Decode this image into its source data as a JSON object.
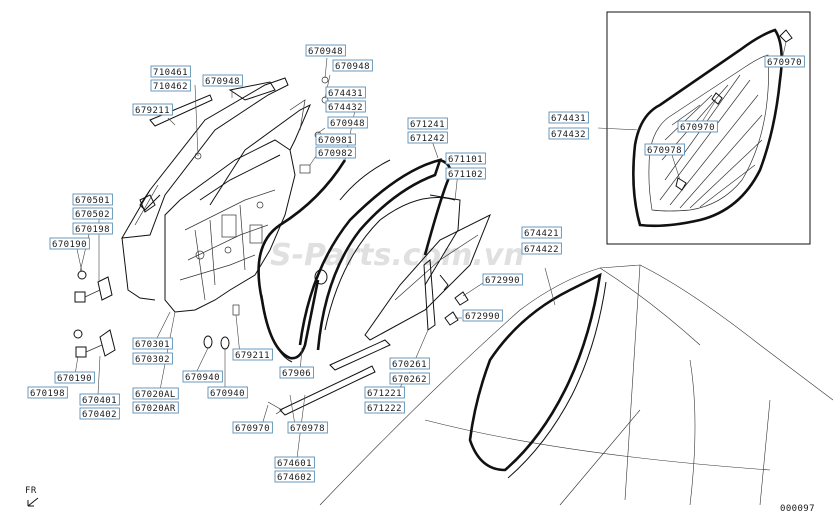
{
  "diagram_id": "000097",
  "watermark": "S-Parts.com.vn",
  "orientation": "FR",
  "labels": {
    "p710461": "710461",
    "p710462": "710462",
    "p670948a": "670948",
    "p670948b": "670948",
    "p670948c": "670948",
    "p670948d": "670948",
    "p679211": "679211",
    "p674431a": "674431",
    "p674432a": "674432",
    "p670981": "670981",
    "p670982": "670982",
    "p671241": "671241",
    "p671242": "671242",
    "p671101": "671101",
    "p671102": "671102",
    "p670501": "670501",
    "p670502": "670502",
    "p670198a": "670198",
    "p670190a": "670190",
    "p670301": "670301",
    "p670302": "670302",
    "p670190b": "670190",
    "p670198b": "670198",
    "p670401": "670401",
    "p670402": "670402",
    "p670940a": "670940",
    "p670940b": "670940",
    "p670201": "67020AL",
    "p670202": "67020AR",
    "p679212": "679211",
    "p67906": "67906",
    "p670970a": "670970",
    "p670978a": "670978",
    "p674601": "674601",
    "p674602": "674602",
    "p670261": "670261",
    "p670262": "670262",
    "p671221": "671221",
    "p671222": "671222",
    "p672990a": "672990",
    "p672990b": "672990",
    "p674421": "674421",
    "p674422": "674422",
    "p674431b": "674431",
    "p674432b": "674432",
    "p670970b": "670970",
    "p670970c": "670970",
    "p670978b": "670978"
  }
}
